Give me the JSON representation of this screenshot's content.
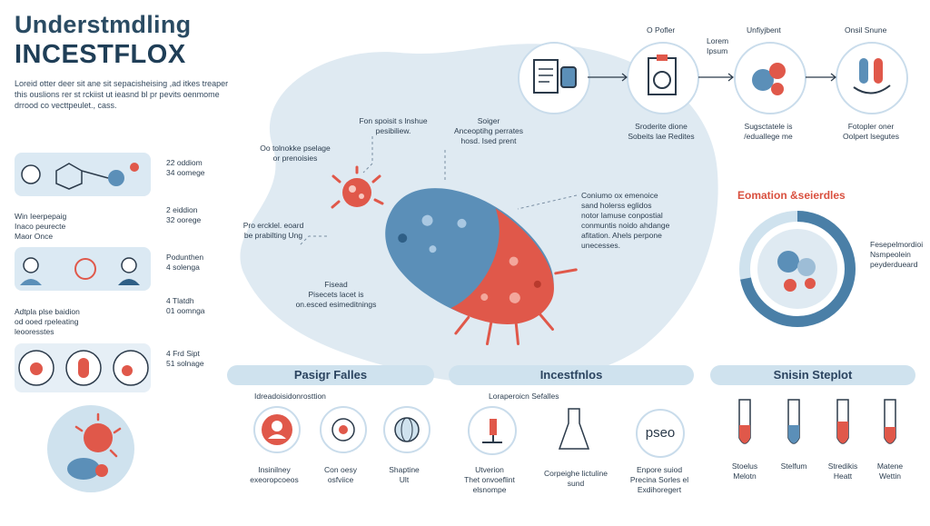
{
  "header": {
    "title_line1": "Understmdling",
    "title_line2": "INCESTFLOX",
    "intro_lines": [
      "Loreid otter deer sit ane sit sepacisheising ,ad itkes treaper",
      "this ouslions rer st rckiist ut ieasnd bl pr pevits oenmome",
      "drrood co vecttpeulet., cass."
    ]
  },
  "left_panel": {
    "rows": [
      {
        "stat_lines": [
          "22 oddiom",
          "34 oomege"
        ],
        "caption_lines": [
          "Win Ieerpepaig",
          "Inaco peurecte",
          "Maor Once"
        ]
      },
      {
        "stat_lines": [
          "2 eiddion",
          "32 oorege"
        ],
        "caption_lines": []
      },
      {
        "stat_lines": [
          "Podunthen",
          "4 solenga"
        ],
        "caption_lines": [
          "Adtpla plse baidion",
          "od ooed rpeleating",
          "leooresstes"
        ]
      },
      {
        "stat_lines": [
          "4 Tlatdh",
          "01 oomnga"
        ],
        "caption_lines": []
      },
      {
        "stat_lines": [
          "4 Frd Sipt",
          "51 solnage"
        ],
        "caption_lines": []
      }
    ]
  },
  "center": {
    "annotations": [
      {
        "lines": [
          "Fon spoisit s lnshue",
          "pesibiliew."
        ]
      },
      {
        "lines": [
          "Soiger",
          "Anceoptihg perrates",
          "hosd. Ised prent"
        ]
      },
      {
        "lines": [
          "Oo tolnokke pselage",
          "or prenoisies"
        ]
      },
      {
        "lines": [
          "Pro ercklel. eoard",
          "be prabilting Ung"
        ]
      },
      {
        "lines": [
          "Coniumo ox emenoice",
          "sand holerss eglidos",
          "notor lamuse conpostial",
          "conmuntis noido ahdange",
          "afitation. Ahels perpone",
          "unecesses."
        ]
      },
      {
        "lines": [
          "Fisead",
          "Pisecets lacet is",
          "on.esced esimeditnings"
        ]
      }
    ]
  },
  "top_flow": {
    "steps": [
      {
        "label": "",
        "caption_lines": []
      },
      {
        "label": "O Pofler",
        "caption_lines": [
          "Sroderite dione",
          "Sobeits lae Redites"
        ]
      },
      {
        "label": "Unfiyjbent",
        "caption_lines": [
          "Sugsctatele is",
          "/eduallege me"
        ]
      },
      {
        "label": "Onsil Snune",
        "caption_lines": [
          "Fotopler oner",
          "Oolpert lsegutes"
        ]
      }
    ],
    "connector_label_lines": [
      "Lorem",
      "Ipsum"
    ]
  },
  "right_panel": {
    "title": "Eomation &seierdles",
    "caption_lines": [
      "Fesepelmordioi",
      "Nsmpeolein",
      "peyderdueard"
    ],
    "ring_fraction": 0.72,
    "accent_color": "#d9503f"
  },
  "sections": [
    {
      "title": "Pasigr Falles",
      "subtitle": "Idreadoisidonrosttion",
      "items": [
        {
          "icon": "patient-icon",
          "caption_lines": [
            "Insinilney",
            "exeoropcoeos"
          ]
        },
        {
          "icon": "virus-target-icon",
          "caption_lines": [
            "Con oesy",
            "osfviice"
          ]
        },
        {
          "icon": "globe-icon",
          "caption_lines": [
            "Shaptine",
            "Ult"
          ]
        }
      ]
    },
    {
      "title": "Incestfnlos",
      "subtitle": "Loraperoicn  Sefalles",
      "items": [
        {
          "icon": "microscope-icon",
          "caption_lines": [
            "Utverion",
            "Thet onvoeflint",
            "elsnompe"
          ]
        },
        {
          "icon": "flask-icon",
          "caption_lines": [
            "Corpeighe lictuline",
            "sund"
          ]
        },
        {
          "icon": "pseo-icon",
          "icon_text": "pseo",
          "caption_lines": [
            "Enpore suiod",
            "Precina Sorles el",
            "Exdihoregert"
          ]
        }
      ]
    },
    {
      "title": "Snisin Steplot",
      "subtitle": "",
      "items": [
        {
          "icon": "test-tube-icon",
          "caption_lines": [
            "Stoelus",
            "Melotn"
          ]
        },
        {
          "icon": "test-tube-icon",
          "caption_lines": [
            "Stelfum"
          ]
        },
        {
          "icon": "test-tube-icon",
          "caption_lines": [
            "Stredikis",
            "Heatt"
          ]
        },
        {
          "icon": "test-tube-icon",
          "caption_lines": [
            "Matene",
            "Wettin"
          ]
        }
      ]
    }
  ],
  "colors": {
    "blob": "#dfeaf2",
    "accent_red": "#d9503f",
    "primary_blue": "#4a7fa7",
    "dark_text": "#2b3a4a",
    "pill_bg": "#cfe2ee"
  }
}
